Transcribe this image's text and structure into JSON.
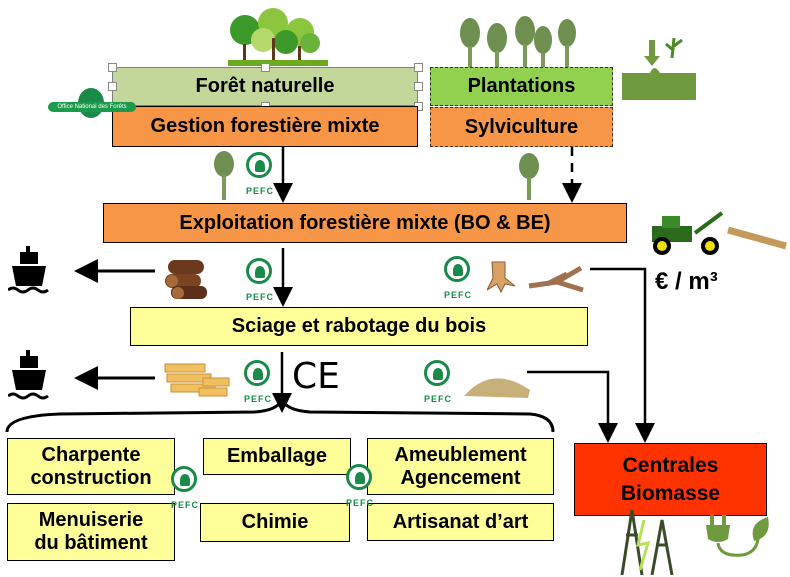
{
  "boxes": {
    "foret_naturelle": "Forêt naturelle",
    "gestion": "Gestion forestière mixte",
    "plantations": "Plantations",
    "sylviculture": "Sylviculture",
    "exploitation": "Exploitation forestière mixte (BO & BE)",
    "sciage": "Sciage et rabotage du bois",
    "charpente": [
      "Charpente",
      "construction"
    ],
    "emballage": "Emballage",
    "ameublement": [
      "Ameublement",
      "Agencement"
    ],
    "menuiserie": [
      "Menuiserie",
      "du bâtiment"
    ],
    "chimie": "Chimie",
    "artisanat": "Artisanat d’art",
    "centrales": [
      "Centrales",
      "Biomasse"
    ]
  },
  "price_label": "€ / m³",
  "logos": {
    "pefc": "PEFC",
    "onf": "Office National des Forêts",
    "ce": "CE"
  },
  "colors": {
    "orange": "#f79646",
    "yellow": "#ffff99",
    "light_green": "#c4d79b",
    "green": "#92d050",
    "red": "#ff3300",
    "pefc_green": "#1a8a4a"
  }
}
